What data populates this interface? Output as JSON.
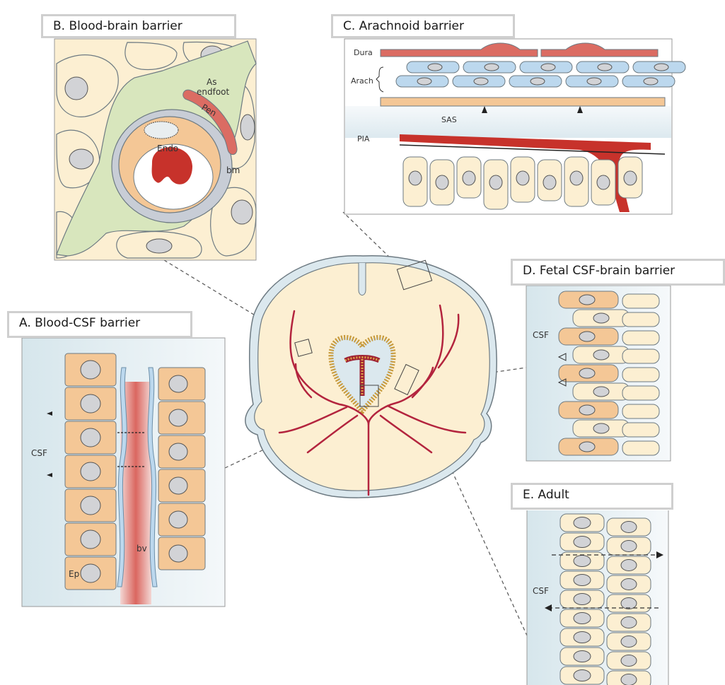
{
  "panels": {
    "a": {
      "title": "A. Blood-CSF barrier",
      "labels": {
        "csf": "CSF",
        "ep": "Ep",
        "bv": "bv"
      }
    },
    "b": {
      "title": "B. Blood-brain barrier",
      "labels": {
        "as": "As",
        "endfoot": "endfoot",
        "pen": "Pen",
        "endo": "Endo",
        "bm": "bm"
      }
    },
    "c": {
      "title": "C. Arachnoid barrier",
      "labels": {
        "dura": "Dura",
        "arach": "Arach",
        "sas": "SAS",
        "pia": "PIA"
      }
    },
    "d": {
      "title": "D. Fetal CSF-brain barrier",
      "labels": {
        "csf": "CSF"
      }
    },
    "e": {
      "title": "E. Adult",
      "labels": {
        "csf": "CSF"
      }
    }
  },
  "colors": {
    "csf_blue": "#dbe8ee",
    "tissue_cream": "#fcefd2",
    "epithelium_orange": "#f4c796",
    "vessel_red": "#c7322b",
    "vessel_crimson": "#b3243e",
    "astrocyte_green": "#d8e6bd",
    "arachnoid_blue": "#bcd8ee",
    "nucleus_gray": "#d2d3d6",
    "title_border": "#cfcfcf"
  }
}
